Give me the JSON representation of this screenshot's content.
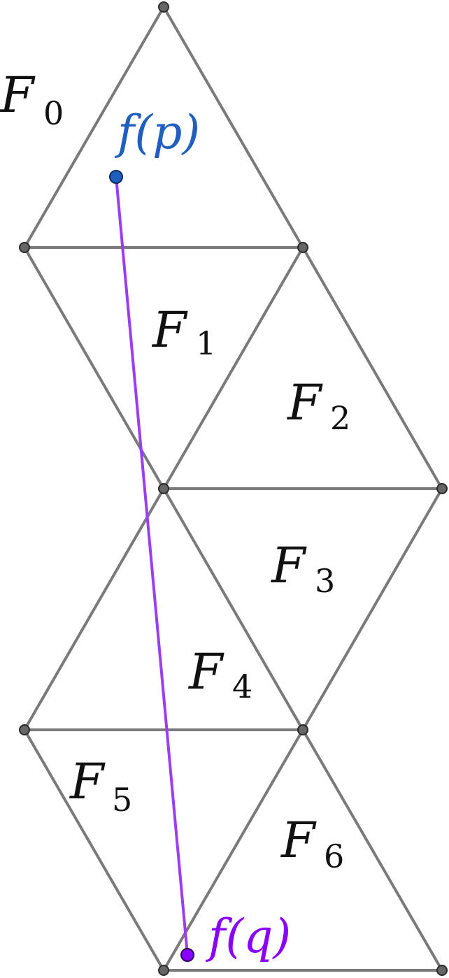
{
  "faces": [
    {
      "base": "F",
      "sub": "0"
    },
    {
      "base": "F",
      "sub": "1"
    },
    {
      "base": "F",
      "sub": "2"
    },
    {
      "base": "F",
      "sub": "3"
    },
    {
      "base": "F",
      "sub": "4"
    },
    {
      "base": "F",
      "sub": "5"
    },
    {
      "base": "F",
      "sub": "6"
    }
  ],
  "points": {
    "p": {
      "label": "f(p)",
      "color": "#1f5fbf"
    },
    "q": {
      "label": "f(q)",
      "color": "#8a00ff"
    }
  },
  "colors": {
    "edge": "#7a7a7a",
    "vertex": "#666666",
    "segment": "#9b3df0"
  }
}
